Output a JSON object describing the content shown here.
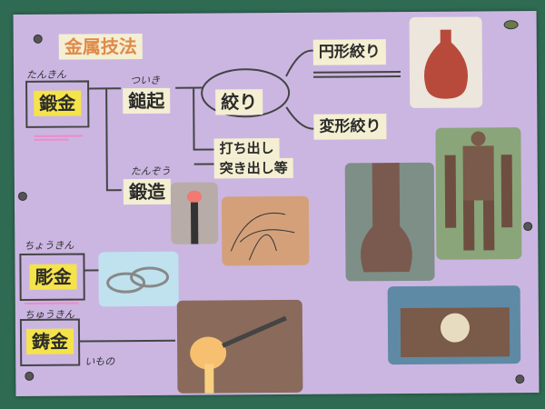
{
  "title": "金属技法",
  "tankin": {
    "label": "鍛金",
    "ruby": "たんきん"
  },
  "tsuiki": {
    "label": "鎚起",
    "ruby": "ついき"
  },
  "shibori": {
    "label": "絞り"
  },
  "enkei": {
    "label": "円形絞り"
  },
  "henkei": {
    "label": "変形絞り"
  },
  "uchidashi": {
    "label": "打ち出し"
  },
  "tsukidashi": {
    "label": "突き出し等"
  },
  "tanzo": {
    "label": "鍛造",
    "ruby": "たんぞう"
  },
  "chokin": {
    "label": "彫金",
    "ruby": "ちょうきん"
  },
  "chukin": {
    "label": "鋳金",
    "ruby": "ちゅうきん",
    "note": "いもの"
  },
  "colors": {
    "poster": "#cbb6e2",
    "board": "#2f6a52",
    "title": "#e08a4a",
    "highlight": "#f5e34a"
  }
}
